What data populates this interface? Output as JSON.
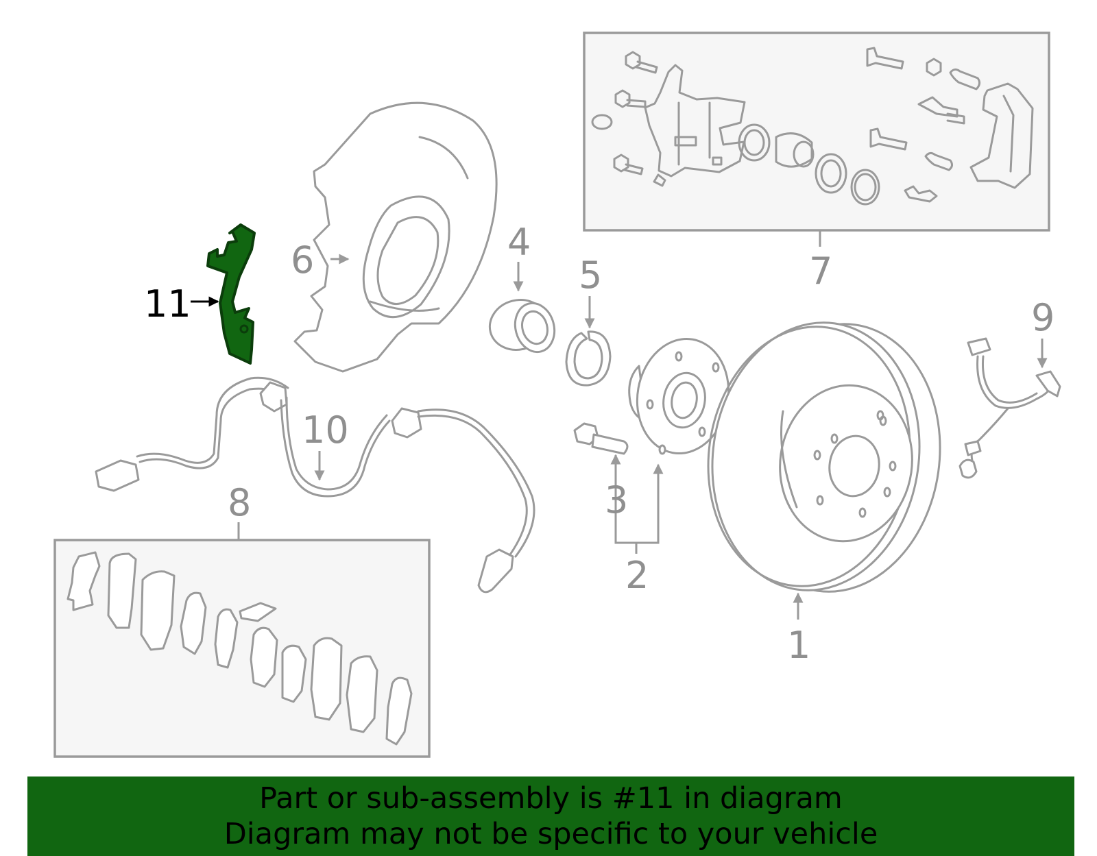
{
  "callouts": {
    "c1": "1",
    "c2": "2",
    "c3": "3",
    "c4": "4",
    "c5": "5",
    "c6": "6",
    "c7": "7",
    "c8": "8",
    "c9": "9",
    "c10": "10",
    "c11": "11"
  },
  "highlight": {
    "part": "11",
    "color": "#116611",
    "outline": "#0b3d0b"
  },
  "banner": {
    "line1": "Part or sub-assembly is #11 in diagram",
    "line2": "Diagram may not be specific to your vehicle",
    "background": "#116611"
  }
}
